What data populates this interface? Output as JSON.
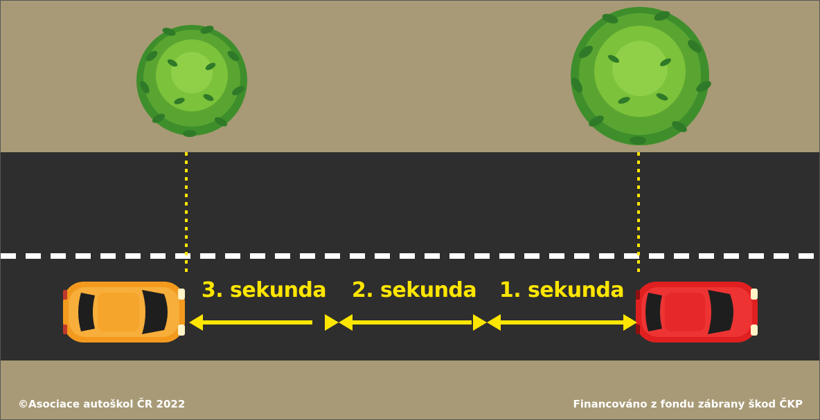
{
  "labels": {
    "sec_3": "3. sekunda",
    "sec_2": "2. sekunda",
    "sec_1": "1. sekunda"
  },
  "credits": {
    "left": "©Asociace autoškol ČR 2022",
    "right": "Financováno z fondu zábrany škod ČKP"
  },
  "colors": {
    "ground": "#a89a76",
    "road": "#2e2e2e",
    "lane_marking": "#ffffff",
    "measure": "#ffe600",
    "rear_car": "#f39a1e",
    "front_car": "#e02020",
    "tree_light": "#7cc23a",
    "tree_dark": "#3e8e2c"
  }
}
